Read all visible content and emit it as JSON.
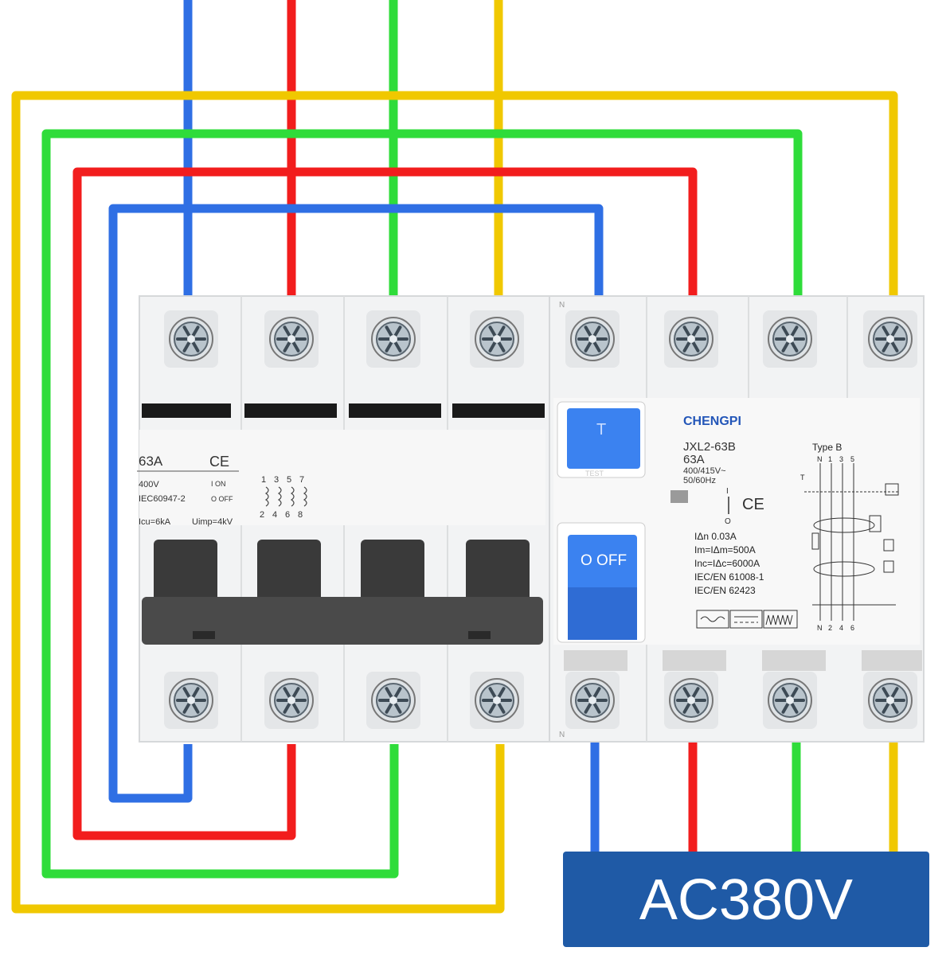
{
  "colors": {
    "blue": "#2f6fe4",
    "red": "#f21d1d",
    "green": "#2fdc3a",
    "yellow": "#f0c800",
    "banner": "#1f5aa6",
    "test_button": "#3b82f0",
    "handle": "#3a3a3a"
  },
  "mcb": {
    "rating": "63A",
    "ce": "CE",
    "voltage": "400V",
    "on_label": "I ON",
    "off_label": "O OFF",
    "standard": "IEC60947-2",
    "terminals_top": [
      "1",
      "3",
      "5",
      "7"
    ],
    "terminals_bottom": [
      "2",
      "4",
      "6",
      "8"
    ],
    "icu": "Icu=6kA",
    "uimp": "Uimp=4kV"
  },
  "rcd": {
    "brand": "CHENGPI",
    "model": "JXL2-63B",
    "rating": "63A",
    "voltage": "400/415V~",
    "frequency": "50/60Hz",
    "test_button_label": "T",
    "test_text": "TEST",
    "toggle_label": "O OFF",
    "toggle_on": "I",
    "toggle_off": "O",
    "ce": "CE",
    "specs": [
      "IΔn 0.03A",
      "Im=IΔm=500A",
      "Inc=IΔc=6000A",
      "IEC/EN 61008-1",
      "IEC/EN 62423"
    ],
    "type_label": "Type  B",
    "diagram_top": [
      "N",
      "1",
      "3",
      "5"
    ],
    "diagram_bottom": [
      "N",
      "2",
      "4",
      "6"
    ],
    "diagram_t": "T",
    "neutral_mark": "N"
  },
  "banner": {
    "text": "AC380V"
  }
}
